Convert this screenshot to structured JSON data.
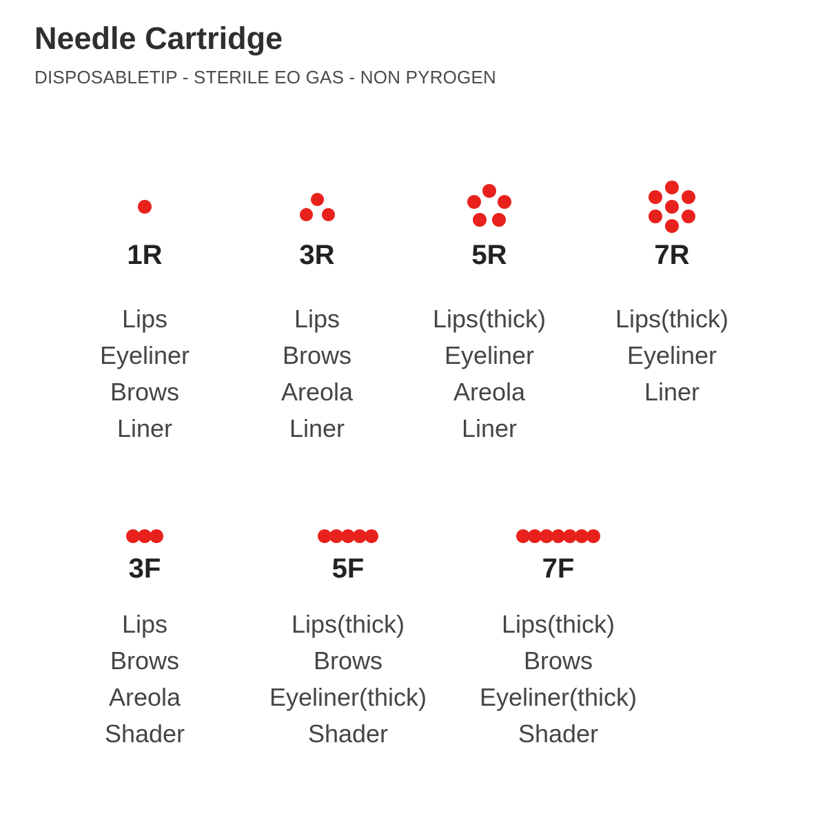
{
  "header": {
    "title": "Needle Cartridge",
    "subtitle": "DISPOSABLETIP - STERILE EO GAS - NON PYROGEN"
  },
  "dot_color": "#e8211d",
  "rows": [
    {
      "name": "round-needles",
      "items": [
        {
          "code": "1R",
          "uses": [
            "Lips",
            "Eyeliner",
            "Brows",
            "Liner"
          ],
          "dots": {
            "size": 20,
            "offsets": [
              [
                0,
                0
              ]
            ]
          }
        },
        {
          "code": "3R",
          "uses": [
            "Lips",
            "Brows",
            "Areola",
            "Liner"
          ],
          "dots": {
            "size": 19,
            "offsets": [
              [
                0,
                -11
              ],
              [
                -16,
                11
              ],
              [
                16,
                11
              ]
            ]
          }
        },
        {
          "code": "5R",
          "uses": [
            "Lips(thick)",
            "Eyeliner",
            "Areola",
            "Liner"
          ],
          "dots": {
            "size": 20,
            "offsets": [
              [
                0,
                -23
              ],
              [
                -22,
                -7
              ],
              [
                22,
                -7
              ],
              [
                -14,
                19
              ],
              [
                14,
                19
              ]
            ]
          }
        },
        {
          "code": "7R",
          "uses": [
            "Lips(thick)",
            "Eyeliner",
            "Liner"
          ],
          "dots": {
            "size": 20,
            "offsets": [
              [
                0,
                0
              ],
              [
                0,
                -28
              ],
              [
                24,
                -14
              ],
              [
                24,
                14
              ],
              [
                0,
                28
              ],
              [
                -24,
                14
              ],
              [
                -24,
                -14
              ]
            ]
          }
        }
      ]
    },
    {
      "name": "flat-needles",
      "items": [
        {
          "code": "3F",
          "uses": [
            "Lips",
            "Brows",
            "Areola",
            "Shader"
          ],
          "dots": {
            "size": 20,
            "offsets": [
              [
                -17,
                0
              ],
              [
                0,
                0
              ],
              [
                17,
                0
              ]
            ]
          }
        },
        {
          "code": "5F",
          "uses": [
            "Lips(thick)",
            "Brows",
            "Eyeliner(thick)",
            "Shader"
          ],
          "dots": {
            "size": 20,
            "offsets": [
              [
                -34,
                0
              ],
              [
                -17,
                0
              ],
              [
                0,
                0
              ],
              [
                17,
                0
              ],
              [
                34,
                0
              ]
            ]
          }
        },
        {
          "code": "7F",
          "uses": [
            "Lips(thick)",
            "Brows",
            "Eyeliner(thick)",
            "Shader"
          ],
          "dots": {
            "size": 20,
            "offsets": [
              [
                -51,
                0
              ],
              [
                -34,
                0
              ],
              [
                -17,
                0
              ],
              [
                0,
                0
              ],
              [
                17,
                0
              ],
              [
                34,
                0
              ],
              [
                51,
                0
              ]
            ]
          }
        }
      ]
    }
  ]
}
